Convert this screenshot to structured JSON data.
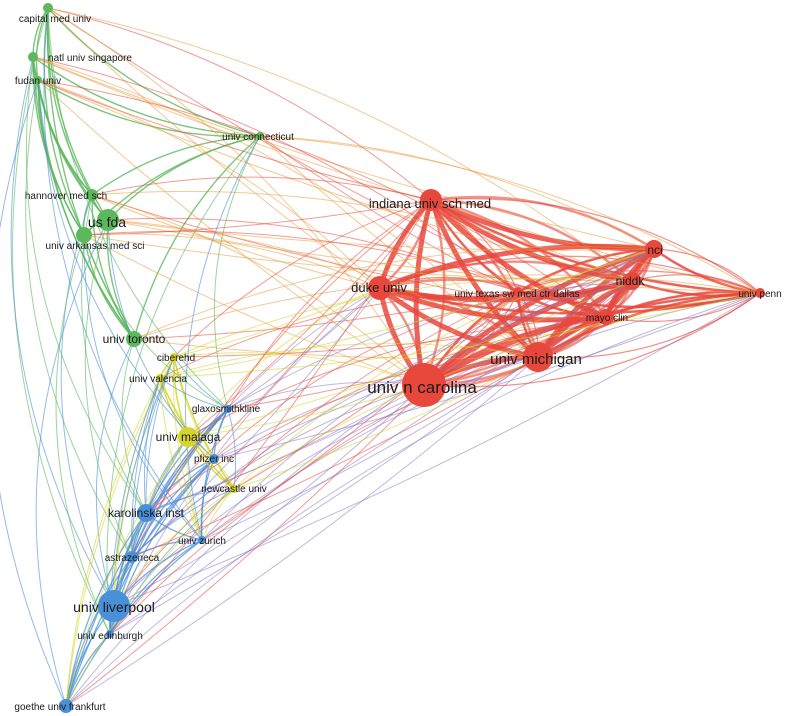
{
  "colors": {
    "red_cluster": "#e8483c",
    "green_cluster": "#5cb85c",
    "blue_cluster": "#4a90d9",
    "yellow_cluster": "#d4d42a",
    "purple_cluster": "#8e7cc3",
    "orange_mix": "#e99a3c",
    "background": "#ffffff"
  },
  "nodes": [
    {
      "id": "capital_med_univ",
      "label": "capital med univ",
      "cluster": "green",
      "weight": 1
    },
    {
      "id": "natl_univ_singapore",
      "label": "natl univ singapore",
      "cluster": "green",
      "weight": 1
    },
    {
      "id": "fudan_univ",
      "label": "fudan univ",
      "cluster": "green",
      "weight": 1
    },
    {
      "id": "univ_connecticut",
      "label": "univ connecticut",
      "cluster": "green",
      "weight": 1
    },
    {
      "id": "hannover_med_sch",
      "label": "hannover med sch",
      "cluster": "green",
      "weight": 1
    },
    {
      "id": "us_fda",
      "label": "us fda",
      "cluster": "green",
      "weight": 3
    },
    {
      "id": "univ_arkansas_med_sci",
      "label": "univ arkansas med sci",
      "cluster": "green",
      "weight": 2
    },
    {
      "id": "univ_toronto",
      "label": "univ toronto",
      "cluster": "green",
      "weight": 2
    },
    {
      "id": "ciberehd",
      "label": "ciberehd",
      "cluster": "yellow",
      "weight": 1
    },
    {
      "id": "univ_valencia",
      "label": "univ valencia",
      "cluster": "yellow",
      "weight": 1
    },
    {
      "id": "glaxosmithkline",
      "label": "glaxosmithkline",
      "cluster": "blue",
      "weight": 1
    },
    {
      "id": "univ_malaga",
      "label": "univ malaga",
      "cluster": "yellow",
      "weight": 3
    },
    {
      "id": "pfizer_inc",
      "label": "pfizer inc",
      "cluster": "blue",
      "weight": 1
    },
    {
      "id": "newcastle_univ",
      "label": "newcastle univ",
      "cluster": "yellow",
      "weight": 1
    },
    {
      "id": "karolinska_inst",
      "label": "karolinska inst",
      "cluster": "blue",
      "weight": 2
    },
    {
      "id": "univ_zurich",
      "label": "univ zurich",
      "cluster": "blue",
      "weight": 1
    },
    {
      "id": "astrazeneca",
      "label": "astrazeneca",
      "cluster": "blue",
      "weight": 1
    },
    {
      "id": "univ_liverpool",
      "label": "univ liverpool",
      "cluster": "blue",
      "weight": 4
    },
    {
      "id": "univ_edinburgh",
      "label": "univ edinburgh",
      "cluster": "blue",
      "weight": 1
    },
    {
      "id": "goethe_univ_frankfurt",
      "label": "goethe univ frankfurt",
      "cluster": "blue",
      "weight": 1
    },
    {
      "id": "indiana_univ_sch_med",
      "label": "indiana univ sch med",
      "cluster": "red",
      "weight": 3
    },
    {
      "id": "nci",
      "label": "nci",
      "cluster": "red",
      "weight": 2
    },
    {
      "id": "duke_univ",
      "label": "duke univ",
      "cluster": "red",
      "weight": 3
    },
    {
      "id": "univ_texas_sw_med_ctr_dallas",
      "label": "univ texas sw med ctr dallas",
      "cluster": "red",
      "weight": 1
    },
    {
      "id": "niddk",
      "label": "niddk",
      "cluster": "red",
      "weight": 2
    },
    {
      "id": "univ_penn",
      "label": "univ penn",
      "cluster": "red",
      "weight": 1
    },
    {
      "id": "mayo_clin",
      "label": "mayo clin",
      "cluster": "red",
      "weight": 2
    },
    {
      "id": "univ_michigan",
      "label": "univ michigan",
      "cluster": "red",
      "weight": 4
    },
    {
      "id": "univ_n_carolina",
      "label": "univ n carolina",
      "cluster": "red",
      "weight": 5
    }
  ]
}
